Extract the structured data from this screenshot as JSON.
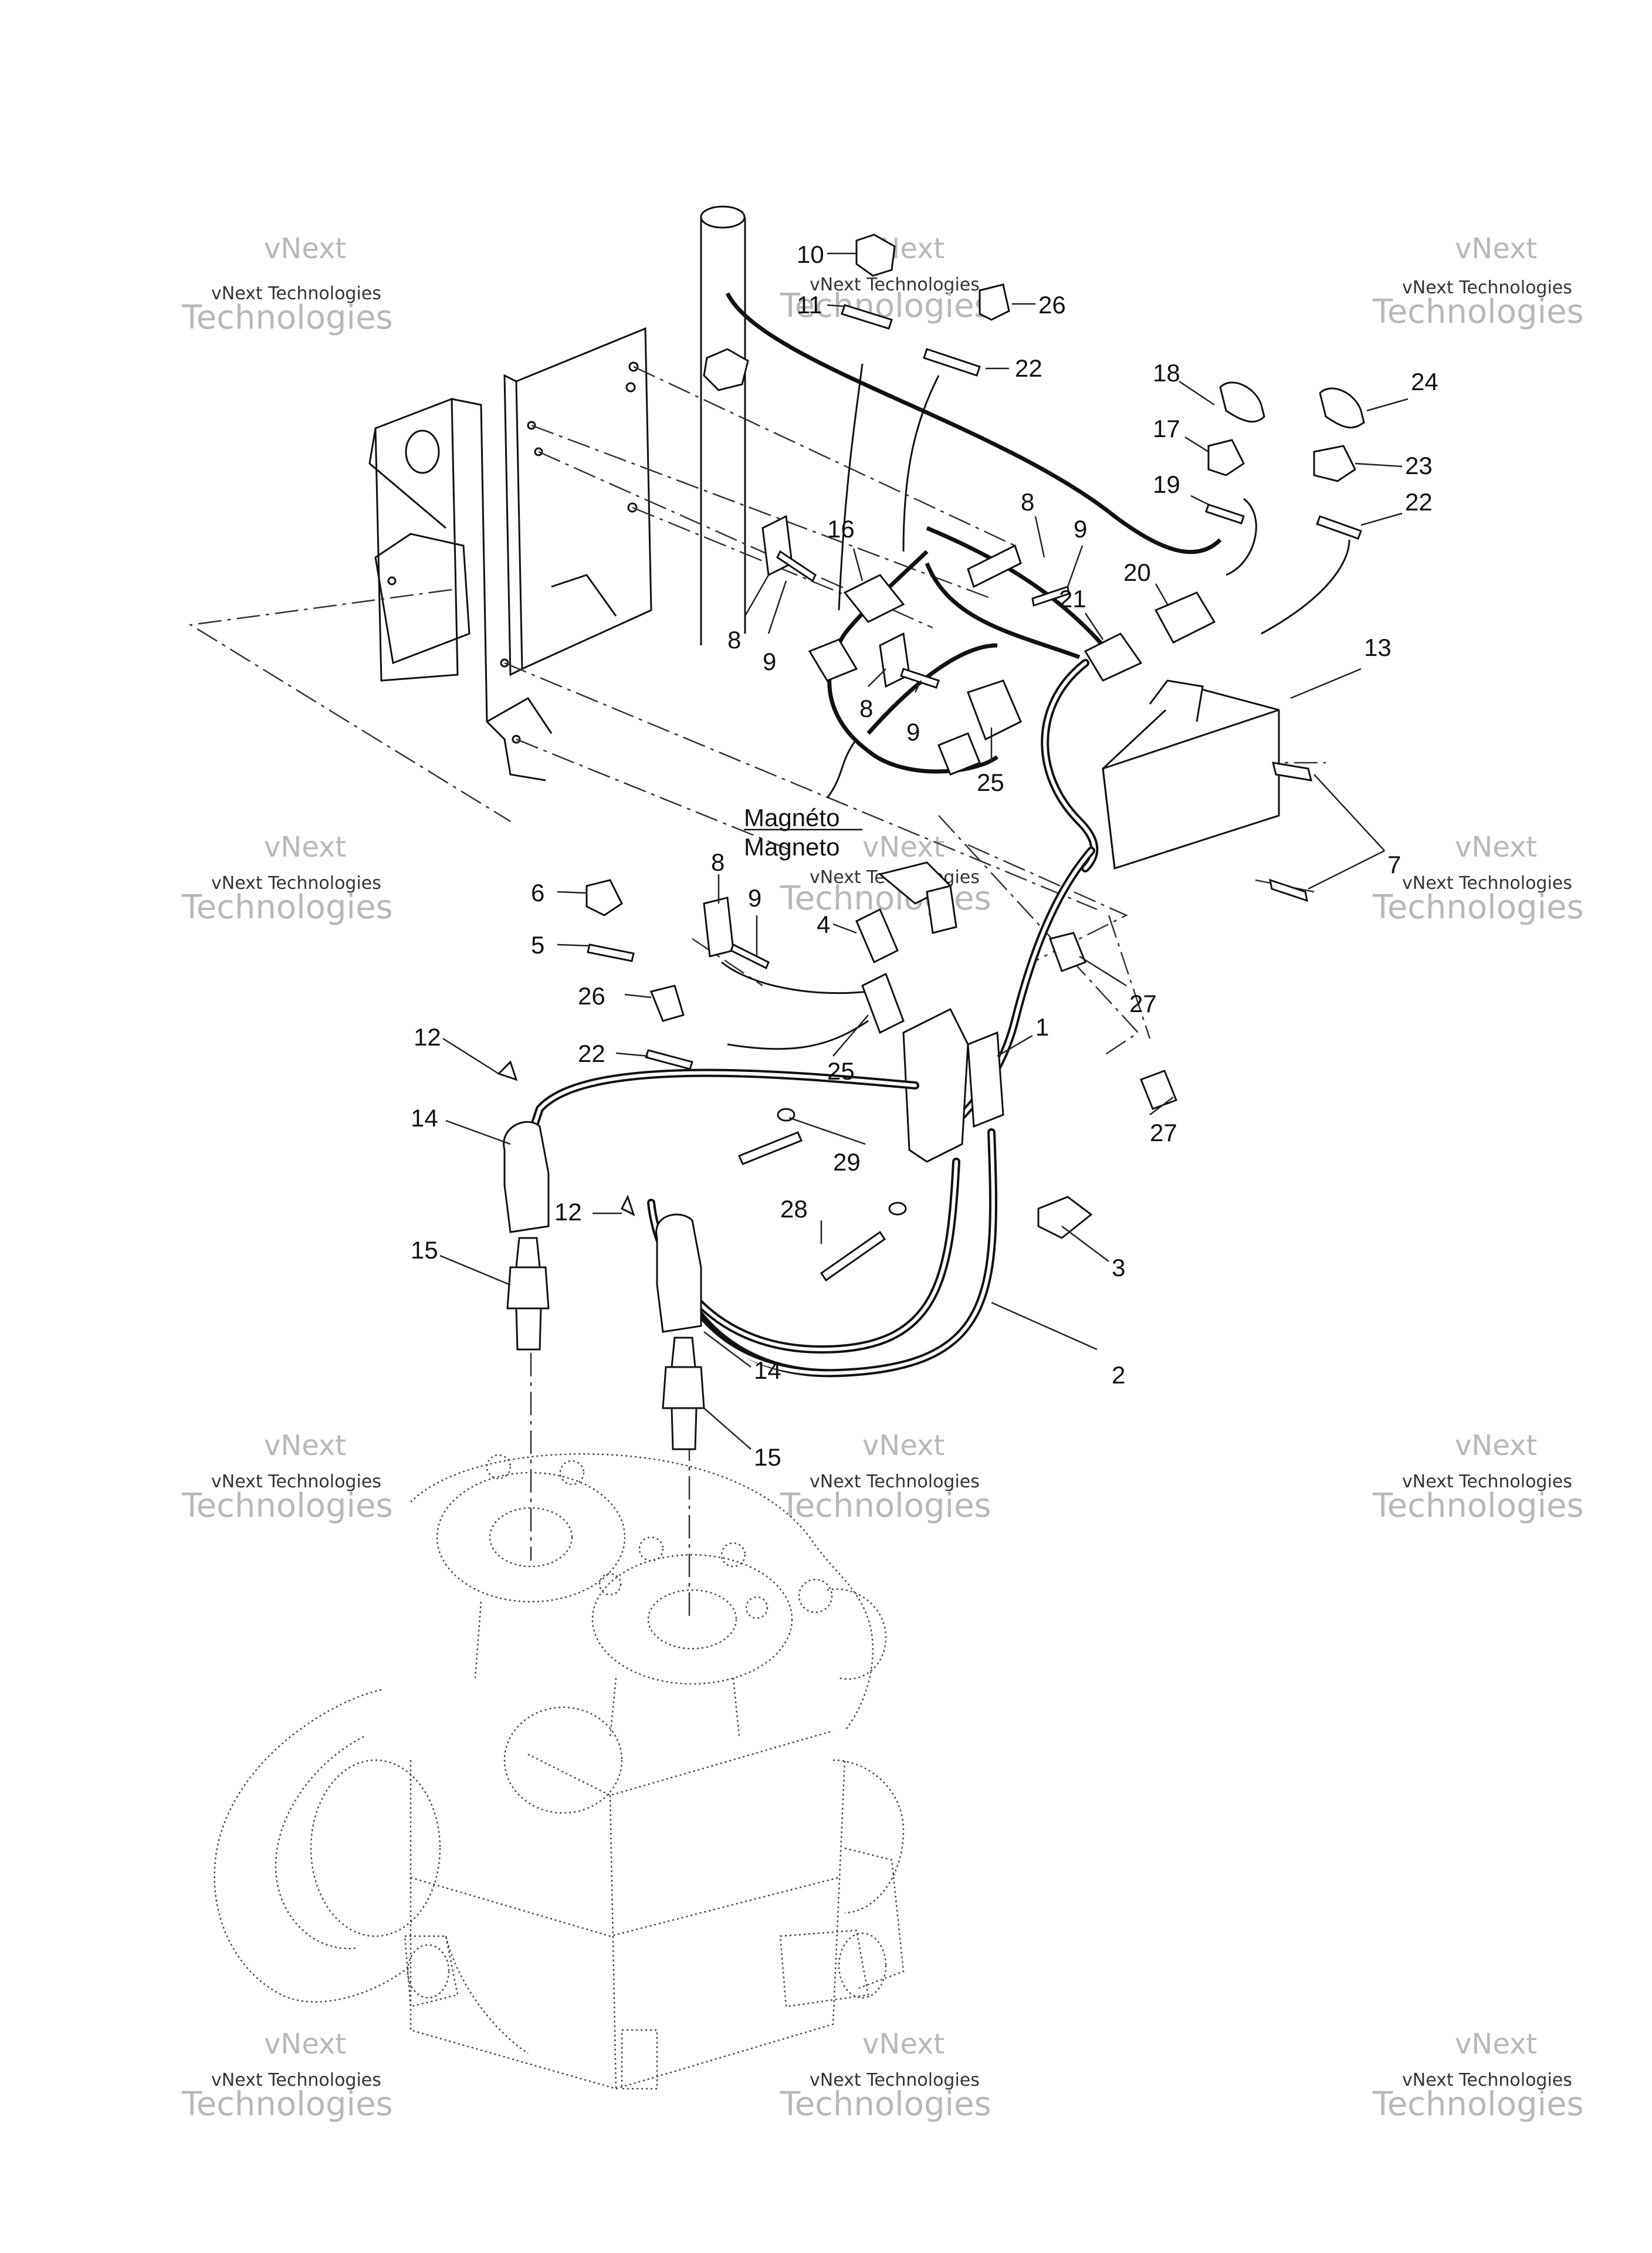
{
  "watermark": {
    "line1": "vNext",
    "line2": "vNext Technologies",
    "line3": "Technologies"
  },
  "magneto_label": {
    "fr": "Magnéto",
    "en": "Magneto"
  },
  "callouts": [
    {
      "id": "c10",
      "text": "10"
    },
    {
      "id": "c11",
      "text": "11"
    },
    {
      "id": "c26a",
      "text": "26"
    },
    {
      "id": "c22a",
      "text": "22"
    },
    {
      "id": "c18",
      "text": "18"
    },
    {
      "id": "c24",
      "text": "24"
    },
    {
      "id": "c17",
      "text": "17"
    },
    {
      "id": "c23",
      "text": "23"
    },
    {
      "id": "c19",
      "text": "19"
    },
    {
      "id": "c22b",
      "text": "22"
    },
    {
      "id": "c8a",
      "text": "8"
    },
    {
      "id": "c9a",
      "text": "9"
    },
    {
      "id": "c16",
      "text": "16"
    },
    {
      "id": "c20",
      "text": "20"
    },
    {
      "id": "c21",
      "text": "21"
    },
    {
      "id": "c13",
      "text": "13"
    },
    {
      "id": "c8b",
      "text": "8"
    },
    {
      "id": "c9b",
      "text": "9"
    },
    {
      "id": "c8c",
      "text": "8"
    },
    {
      "id": "c9c",
      "text": "9"
    },
    {
      "id": "c25a",
      "text": "25"
    },
    {
      "id": "c7",
      "text": "7"
    },
    {
      "id": "c8d",
      "text": "8"
    },
    {
      "id": "c9d",
      "text": "9"
    },
    {
      "id": "c6",
      "text": "6"
    },
    {
      "id": "c4",
      "text": "4"
    },
    {
      "id": "c5",
      "text": "5"
    },
    {
      "id": "c26b",
      "text": "26"
    },
    {
      "id": "c27a",
      "text": "27"
    },
    {
      "id": "c22c",
      "text": "22"
    },
    {
      "id": "c1",
      "text": "1"
    },
    {
      "id": "c12a",
      "text": "12"
    },
    {
      "id": "c25b",
      "text": "25"
    },
    {
      "id": "c27b",
      "text": "27"
    },
    {
      "id": "c14a",
      "text": "14"
    },
    {
      "id": "c29",
      "text": "29"
    },
    {
      "id": "c12b",
      "text": "12"
    },
    {
      "id": "c28",
      "text": "28"
    },
    {
      "id": "c3",
      "text": "3"
    },
    {
      "id": "c15a",
      "text": "15"
    },
    {
      "id": "c14b",
      "text": "14"
    },
    {
      "id": "c2",
      "text": "2"
    },
    {
      "id": "c15b",
      "text": "15"
    }
  ]
}
